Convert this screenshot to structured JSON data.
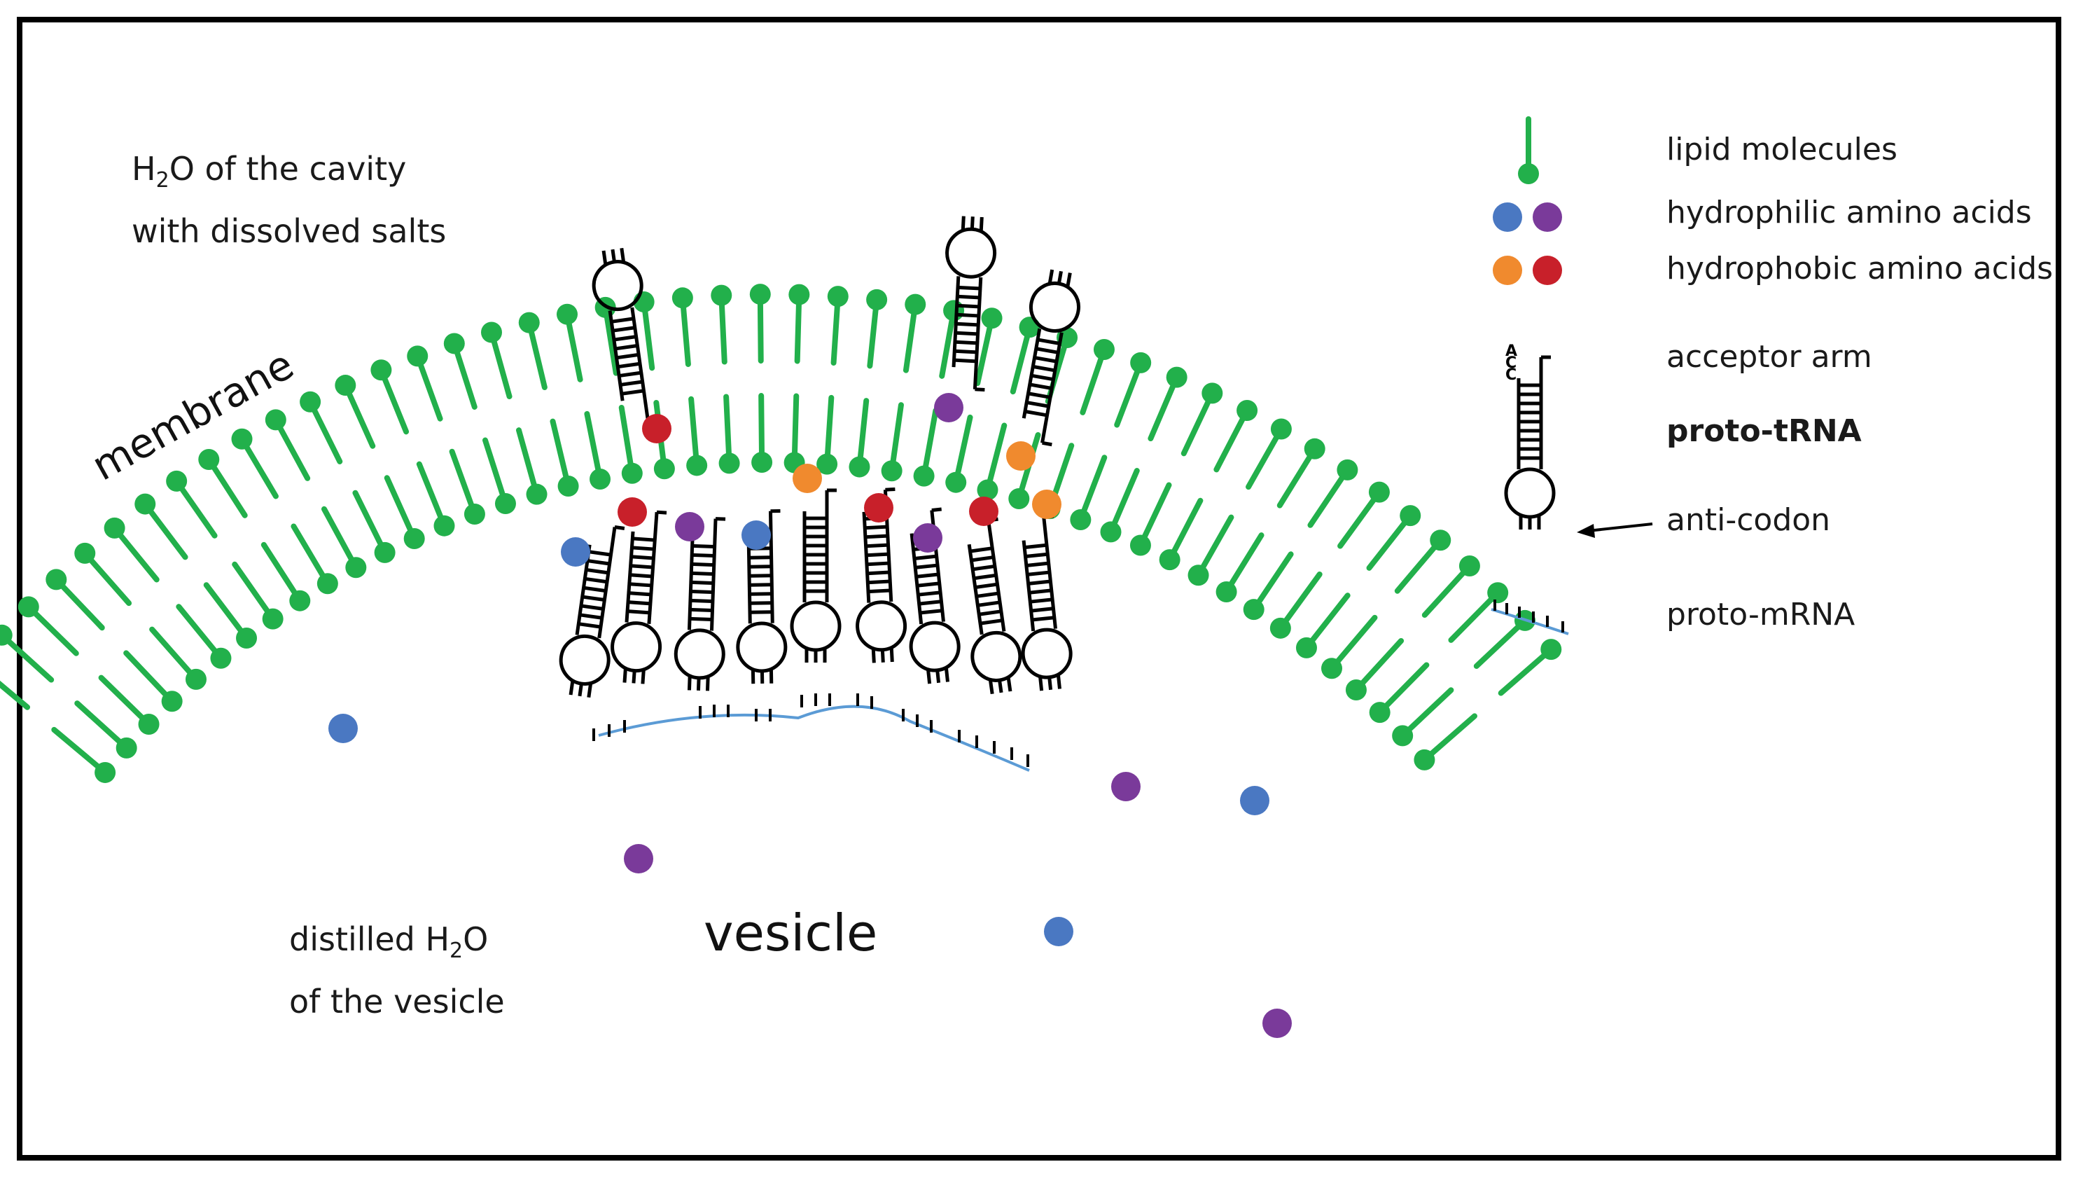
{
  "labels": {
    "cavity_line1_pre": "H",
    "cavity_sub": "2",
    "cavity_line1_post": "O of the cavity",
    "cavity_line2": "with dissolved salts",
    "membrane": "membrane",
    "vesicle_water_pre": "distilled H",
    "vesicle_water_sub": "2",
    "vesicle_water_post": "O",
    "vesicle_water_line2": "of the vesicle",
    "vesicle": "vesicle"
  },
  "legend": {
    "lipid": "lipid molecules",
    "hydrophilic": "hydrophilic amino acids",
    "hydrophobic": "hydrophobic amino acids",
    "acceptor_arm": "acceptor arm",
    "acceptor_letters": [
      "A",
      "C",
      "C"
    ],
    "proto_trna": "proto-tRNA",
    "anti_codon": "anti-codon",
    "proto_mrna": "proto-mRNA"
  },
  "colors": {
    "lipid": "#22b04b",
    "hydrophilic_blue": "#4a78c2",
    "hydrophilic_purple": "#7a3a9a",
    "hydrophobic_orange": "#f08a2e",
    "hydrophobic_red": "#c8202a",
    "mrna_backbone": "#5b9bd5",
    "outline": "#000000"
  }
}
